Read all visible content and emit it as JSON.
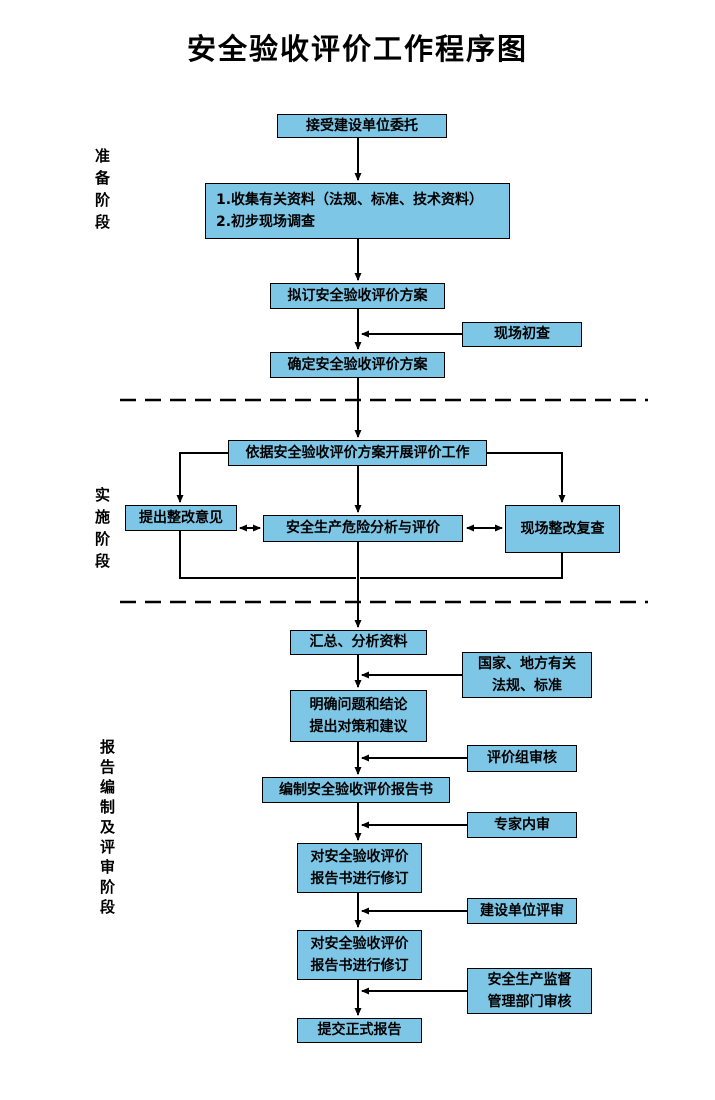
{
  "title": "安全验收评价工作程序图",
  "phases": [
    {
      "label": "准备阶段"
    },
    {
      "label": "实施阶段"
    },
    {
      "label": "报告编制及评审阶段"
    }
  ],
  "nodes": {
    "accept": "接受建设单位委托",
    "collect": "1.收集有关资料（法规、标准、技术资料）\n2.初步现场调查",
    "draft_plan": "拟订安全验收评价方案",
    "site_initial_check": "现场初查",
    "confirm_plan": "确定安全验收评价方案",
    "carry_out": "依据安全验收评价方案开展评价工作",
    "suggest": "提出整改意见",
    "analysis": "安全生产危险分析与评价",
    "recheck": "现场整改复查",
    "summarize": "汇总、分析资料",
    "regulations": "国家、地方有关\n法规、标准",
    "clarify": "明确问题和结论\n提出对策和建议",
    "review_group": "评价组审核",
    "compile": "编制安全验收评价报告书",
    "expert_review": "专家内审",
    "revise1": "对安全验收评价\n报告书进行修订",
    "owner_review": "建设单位评审",
    "revise2": "对安全验收评价\n报告书进行修订",
    "authority_review": "安全生产监督\n管理部门审核",
    "submit": "提交正式报告"
  },
  "colors": {
    "box_fill": "#7EC6E6",
    "box_border": "#000000",
    "line_color": "#000000",
    "text_color": "#000000",
    "background": "#FFFFFF"
  }
}
